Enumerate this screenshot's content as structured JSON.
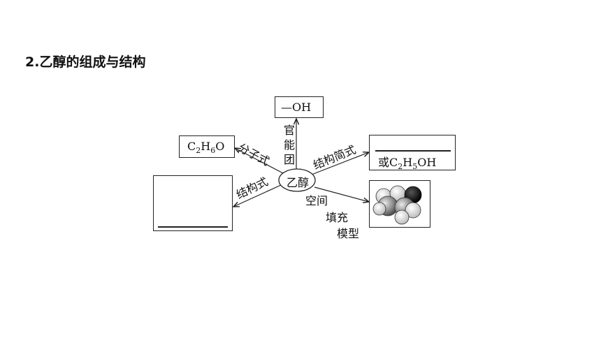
{
  "heading": "2.乙醇的组成与结构",
  "center": "乙醇",
  "functional_group": {
    "label": "官能团",
    "value": "—OH"
  },
  "molecular_formula": {
    "label": "分子式",
    "value_main": "C",
    "sub1": "2",
    "mid": "H",
    "sub2": "6",
    "end": "O"
  },
  "condensed_formula": {
    "label": "结构简式",
    "prefix": "或C",
    "sub1": "2",
    "mid": "H",
    "sub2": "5",
    "end": "OH"
  },
  "structural_formula": {
    "label": "结构式"
  },
  "space_model": {
    "label_line1": "空间",
    "label_line2": "填充",
    "label_line3": "模型"
  }
}
